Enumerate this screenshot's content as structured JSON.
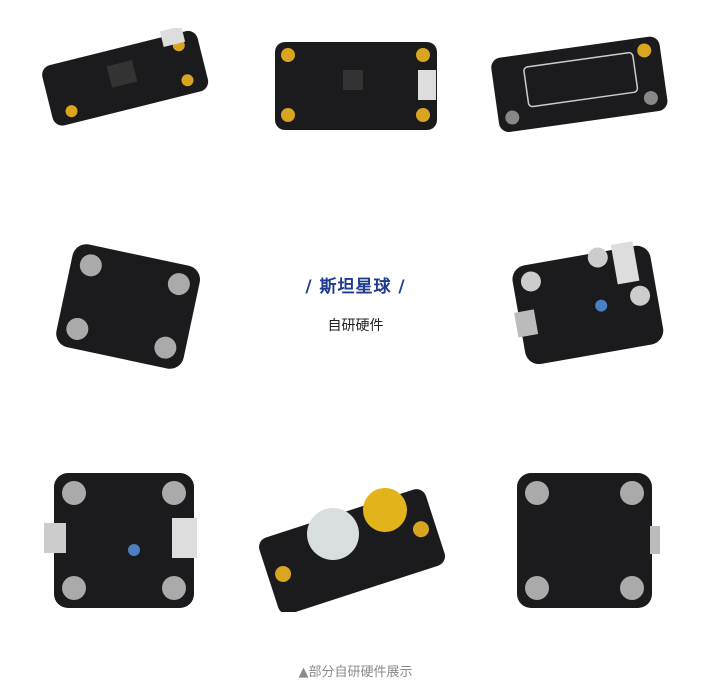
{
  "center": {
    "title": "/ 斯坦星球 /",
    "subtitle": "自研硬件"
  },
  "caption": "▲部分自研硬件展示",
  "colors": {
    "title": "#1f3b8f",
    "board": "#1b1b1d",
    "brass": "#d9a520",
    "caption": "#8a8a8a"
  },
  "products": [
    {
      "name": "board-1"
    },
    {
      "name": "mp3-player-board"
    },
    {
      "name": "nfc-ic-board"
    },
    {
      "name": "function-set-usb-ttl-board-tilted"
    },
    {
      "name": "usb-c-board"
    },
    {
      "name": "usb-c-top-board"
    },
    {
      "name": "knob-button-board"
    },
    {
      "name": "function-set-usb-ttl-board"
    }
  ]
}
